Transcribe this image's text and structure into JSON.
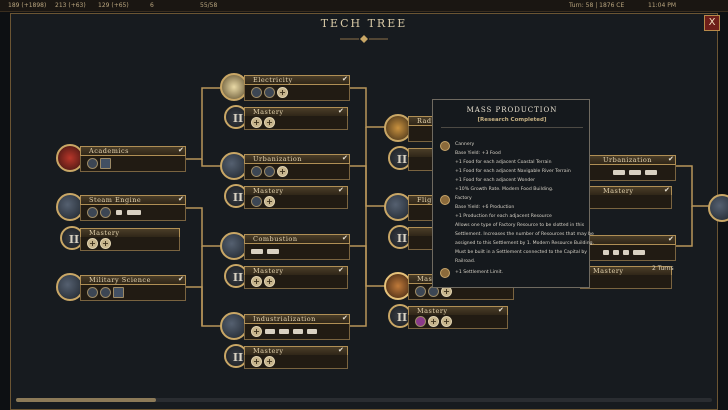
{
  "top_bar": {
    "stat_1": "189 (+1898)",
    "stat_2": "213 (+63)",
    "stat_3": "129 (+65)",
    "stat_4": "6",
    "stat_5": "55/58",
    "turn": "Turn: 58 | 1876 CE",
    "time": "11:04 PM"
  },
  "header": {
    "title": "TECH TREE",
    "close_label": "X"
  },
  "techs": {
    "academics": {
      "name": "Academics"
    },
    "steam_engine": {
      "name": "Steam Engine",
      "mastery": "Mastery"
    },
    "military_science": {
      "name": "Military Science"
    },
    "electricity": {
      "name": "Electricity",
      "mastery": "Mastery"
    },
    "urbanization": {
      "name": "Urbanization",
      "mastery": "Mastery"
    },
    "combustion": {
      "name": "Combustion",
      "mastery": "Mastery"
    },
    "industrialization": {
      "name": "Industrialization",
      "mastery": "Mastery"
    },
    "radio": {
      "name": "Radio"
    },
    "flight": {
      "name": "Flight"
    },
    "mass_production": {
      "name": "Mass Production",
      "mastery": "Mastery"
    },
    "right_urbanization": {
      "name": "Urbanization",
      "mastery": "Mastery"
    },
    "right_lower": {
      "mastery": "Mastery",
      "turns": "2 Turns"
    }
  },
  "mastery_numeral": "II",
  "tooltip": {
    "title": "MASS PRODUCTION",
    "status": "[Research Completed]",
    "lines": {
      "l1": "Cannery",
      "l2": "Base Yield: +3  Food",
      "l3": "+1  Food for each adjacent Coastal Terrain",
      "l4": "+1  Food for each adjacent Navigable River Terrain",
      "l5": "+1  Food for each adjacent Wonder",
      "l6": "+10% Growth Rate. Modern Food Building.",
      "l7": "Factory",
      "l8": "Base Yield: +6  Production",
      "l9": "+1  Production for each adjacent Resource",
      "l10": "Allows one type of Factory Resource to be slotted in this",
      "l11": "Settlement. Increases the number of Resources that may be",
      "l12": "assigned to this Settlement by 1. Modern Resource Building.",
      "l13": "Must be built in a Settlement connected to the Capital by",
      "l14": "Railroad.",
      "l15": "+1 Settlement Limit."
    }
  },
  "colors": {
    "gold": "#c9a766",
    "panel": "#171b1f",
    "close_red": "#6e1f1a"
  },
  "icons": [
    "tech-portrait-icon",
    "building-icon",
    "unit-icon",
    "plus-icon",
    "check-icon"
  ]
}
